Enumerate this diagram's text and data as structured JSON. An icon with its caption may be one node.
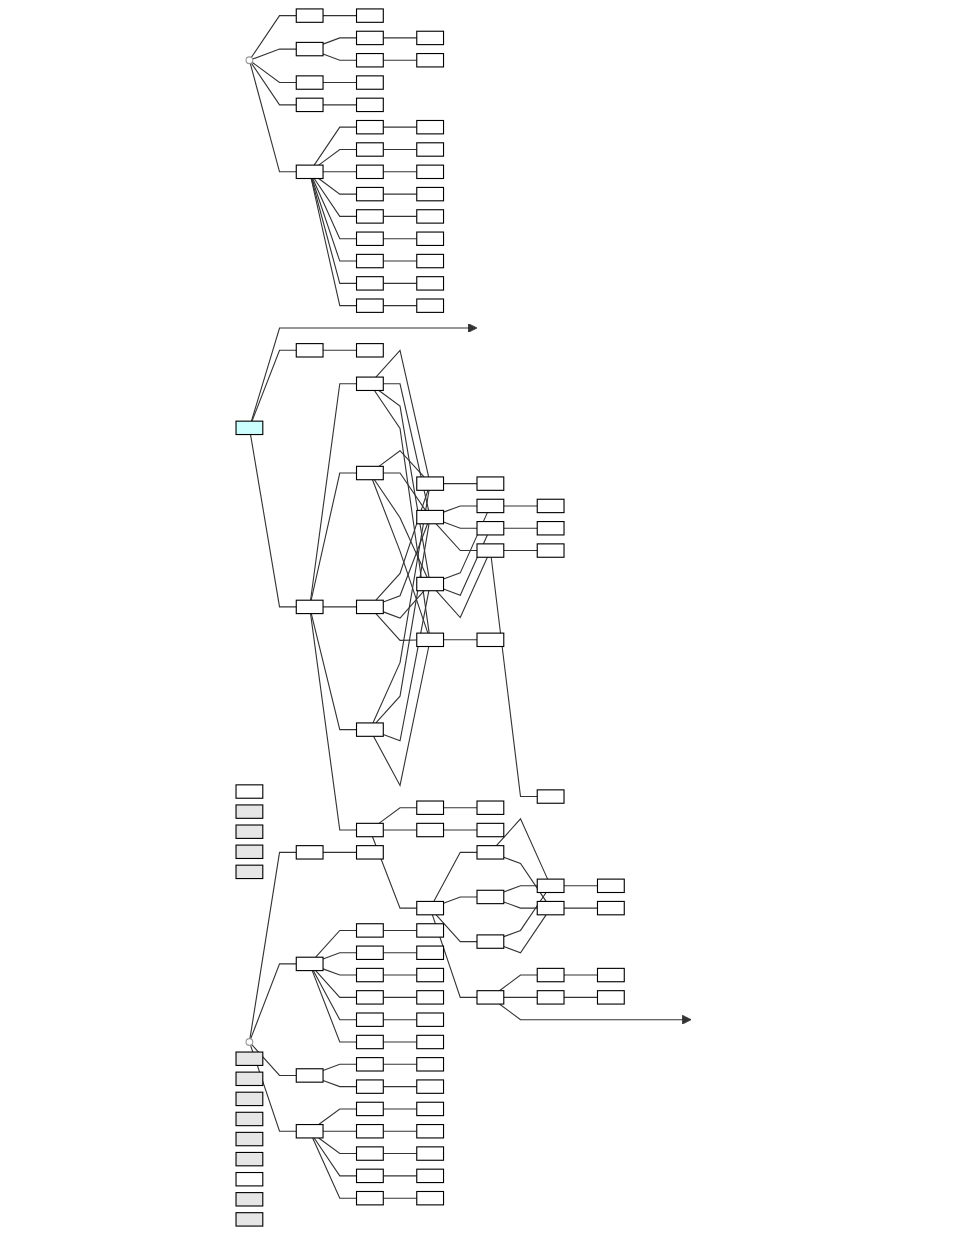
{
  "diagram": {
    "nodes": [
      {
        "text": [],
        "shape": "box"
      },
      {
        "text": [],
        "shape": "box"
      },
      {
        "text": [],
        "shape": "box"
      },
      {
        "text": [],
        "shape": "circle"
      },
      {
        "text": [],
        "shape": "box"
      },
      {
        "text": [],
        "shape": "box"
      },
      {
        "text": [],
        "shape": "box"
      },
      {
        "text": [],
        "shape": "box"
      },
      {
        "text": [],
        "shape": "box"
      },
      {
        "text": [],
        "shape": "box"
      },
      {
        "text": [],
        "shape": "box"
      },
      {
        "text": [],
        "shape": "box"
      },
      {
        "text": [],
        "shape": "box"
      },
      {
        "text": [],
        "shape": "box"
      },
      {
        "text": [],
        "shape": "box"
      },
      {
        "text": [],
        "shape": "box"
      },
      {
        "text": [],
        "shape": "box"
      },
      {
        "text": [],
        "shape": "box"
      },
      {
        "text": [],
        "shape": "box"
      },
      {
        "text": [],
        "shape": "box"
      },
      {
        "text": [],
        "shape": "box"
      },
      {
        "text": [],
        "shape": "box"
      },
      {
        "text": [],
        "shape": "box"
      },
      {
        "text": [],
        "shape": "box"
      },
      {
        "text": [],
        "shape": "box"
      },
      {
        "text": [],
        "shape": "box"
      },
      {
        "text": [],
        "shape": "box"
      },
      {
        "text": [],
        "shape": "box"
      },
      {
        "text": [],
        "shape": "box"
      },
      {
        "text": [],
        "shape": "box"
      },
      {
        "text": [],
        "shape": "box"
      },
      {
        "text": [],
        "shape": "box"
      },
      {
        "text": [],
        "shape": "box"
      },
      {
        "text": [],
        "shape": "box"
      },
      {
        "text": [],
        "shape": "box"
      },
      {
        "text": [],
        "shape": "box"
      },
      {
        "text": [],
        "shape": "box"
      },
      {
        "text": [],
        "shape": "box"
      },
      {
        "text": [],
        "shape": "box"
      },
      {
        "text": [],
        "shape": "circle"
      },
      {
        "text": [],
        "shape": "box"
      },
      {
        "text": [],
        "shape": "box"
      },
      {
        "text": [],
        "shape": "box"
      },
      {
        "text": [],
        "shape": "box"
      },
      {
        "text": [],
        "shape": "box"
      },
      {
        "text": [],
        "shape": "box"
      },
      {
        "text": [],
        "shape": "box"
      },
      {
        "text": [],
        "shape": "box"
      },
      {
        "text": [],
        "shape": "box"
      },
      {
        "text": [],
        "shape": "box"
      },
      {
        "text": [],
        "shape": "box"
      },
      {
        "text": [],
        "shape": "box"
      },
      {
        "text": [],
        "shape": "box"
      },
      {
        "text": [],
        "shape": "box"
      },
      {
        "text": [],
        "shape": "box"
      },
      {
        "text": [],
        "shape": "box"
      },
      {
        "text": [],
        "shape": "box"
      },
      {
        "text": [],
        "shape": "box"
      },
      {
        "text": [],
        "shape": "box"
      },
      {
        "text": [],
        "shape": "box"
      },
      {
        "text": [],
        "shape": "box"
      },
      {
        "text": [],
        "shape": "box"
      },
      {
        "text": [],
        "shape": "box"
      },
      {
        "text": [],
        "shape": "box"
      },
      {
        "text": [],
        "shape": "box"
      },
      {
        "text": [],
        "shape": "box"
      },
      {
        "text": [],
        "shape": "box"
      },
      {
        "text": [],
        "shape": "box"
      },
      {
        "text": [],
        "shape": "box"
      },
      {
        "text": [],
        "shape": "box"
      },
      {
        "text": [],
        "shape": "box"
      },
      {
        "text": [],
        "shape": "box"
      },
      {
        "text": [],
        "shape": "box"
      },
      {
        "text": [],
        "shape": "box"
      },
      {
        "text": [],
        "shape": "box"
      },
      {
        "text": [],
        "shape": "box"
      },
      {
        "text": [],
        "shape": "box"
      },
      {
        "text": [],
        "shape": "box"
      },
      {
        "text": [],
        "shape": "box"
      },
      {
        "text": [],
        "shape": "box"
      },
      {
        "text": [],
        "shape": "box"
      },
      {
        "text": [],
        "shape": "box"
      },
      {
        "text": [],
        "shape": "box"
      },
      {
        "text": [],
        "shape": "box"
      },
      {
        "text": [],
        "shape": "box"
      },
      {
        "text": [],
        "shape": "box"
      },
      {
        "text": [],
        "shape": "box"
      },
      {
        "text": [],
        "shape": "box"
      },
      {
        "text": [],
        "shape": "box"
      },
      {
        "text": [],
        "shape": "box"
      },
      {
        "text": [],
        "shape": "box"
      },
      {
        "text": [],
        "shape": "box"
      },
      {
        "text": [],
        "shape": "box"
      },
      {
        "text": [],
        "shape": "box"
      },
      {
        "text": [],
        "shape": "box"
      },
      {
        "text": [],
        "shape": "box"
      },
      {
        "text": [],
        "shape": "box"
      },
      {
        "text": [],
        "shape": "box"
      },
      {
        "text": [],
        "shape": "box"
      },
      {
        "text": [],
        "shape": "box"
      },
      {
        "text": [],
        "shape": "box"
      },
      {
        "text": [],
        "shape": "box"
      },
      {
        "text": [],
        "shape": "box"
      },
      {
        "text": [],
        "shape": "box"
      },
      {
        "text": [],
        "shape": "box"
      },
      {
        "text": [],
        "shape": "box"
      },
      {
        "text": [],
        "shape": "box"
      },
      {
        "text": [],
        "shape": "box"
      },
      {
        "text": [],
        "shape": "box"
      },
      {
        "text": [],
        "shape": "box"
      },
      {
        "text": [],
        "shape": "box"
      },
      {
        "text": [],
        "shape": "box"
      },
      {
        "text": [],
        "shape": "box"
      },
      {
        "text": [],
        "shape": "box"
      },
      {
        "text": [],
        "shape": "box"
      },
      {
        "text": [],
        "shape": "box"
      }
    ],
    "edges": [
      {
        "from": 0,
        "to": null,
        "arrow": "to"
      },
      {
        "from": 0,
        "to": 1,
        "arrow": "none"
      },
      {
        "from": 1,
        "to": 2,
        "arrow": "none"
      },
      {
        "from": 3,
        "to": 4,
        "arrow": "none"
      },
      {
        "from": 3,
        "to": 6,
        "arrow": "none"
      },
      {
        "from": 3,
        "to": 11,
        "arrow": "none"
      },
      {
        "from": 3,
        "to": 13,
        "arrow": "none"
      },
      {
        "from": 3,
        "to": 15,
        "arrow": "none"
      },
      {
        "from": 4,
        "to": 5,
        "arrow": "none"
      },
      {
        "from": 6,
        "to": 7,
        "arrow": "none"
      },
      {
        "from": 6,
        "to": 9,
        "arrow": "none"
      },
      {
        "from": 7,
        "to": 8,
        "arrow": "none"
      },
      {
        "from": 9,
        "to": 10,
        "arrow": "none"
      },
      {
        "from": 11,
        "to": 12,
        "arrow": "none"
      },
      {
        "from": 13,
        "to": 14,
        "arrow": "none"
      },
      {
        "from": 15,
        "to": 17,
        "arrow": "none"
      },
      {
        "from": 15,
        "to": 19,
        "arrow": "none"
      },
      {
        "from": 15,
        "to": 22,
        "arrow": "none"
      },
      {
        "from": 15,
        "to": 25,
        "arrow": "none"
      },
      {
        "from": 15,
        "to": 28,
        "arrow": "none"
      },
      {
        "from": 15,
        "to": 30,
        "arrow": "none"
      },
      {
        "from": 15,
        "to": 33,
        "arrow": "none"
      },
      {
        "from": 15,
        "to": 35,
        "arrow": "none"
      },
      {
        "from": 15,
        "to": 37,
        "arrow": "none"
      },
      {
        "from": 17,
        "to": 18,
        "arrow": "none"
      },
      {
        "from": 19,
        "to": 20,
        "arrow": "none"
      },
      {
        "from": 22,
        "to": 23,
        "arrow": "none"
      },
      {
        "from": 25,
        "to": 26,
        "arrow": "none"
      },
      {
        "from": 28,
        "to": 29,
        "arrow": "none"
      },
      {
        "from": 30,
        "to": 31,
        "arrow": "none"
      },
      {
        "from": 33,
        "to": 34,
        "arrow": "none"
      },
      {
        "from": 35,
        "to": 36,
        "arrow": "none"
      },
      {
        "from": 37,
        "to": 38,
        "arrow": "none"
      },
      {
        "from": 39,
        "to": 40,
        "arrow": "none"
      },
      {
        "from": 39,
        "to": 42,
        "arrow": "none"
      },
      {
        "from": 39,
        "to": 55,
        "arrow": "none"
      },
      {
        "from": 39,
        "to": 60,
        "arrow": "none"
      },
      {
        "from": 40,
        "to": 41,
        "arrow": "none"
      },
      {
        "from": 42,
        "to": 43,
        "arrow": "none"
      },
      {
        "from": 42,
        "to": 45,
        "arrow": "none"
      },
      {
        "from": 42,
        "to": 47,
        "arrow": "none"
      },
      {
        "from": 42,
        "to": 49,
        "arrow": "none"
      },
      {
        "from": 42,
        "to": 51,
        "arrow": "none"
      },
      {
        "from": 42,
        "to": 53,
        "arrow": "none"
      },
      {
        "from": 43,
        "to": 44,
        "arrow": "none"
      },
      {
        "from": 45,
        "to": 46,
        "arrow": "none"
      },
      {
        "from": 47,
        "to": 48,
        "arrow": "none"
      },
      {
        "from": 49,
        "to": 50,
        "arrow": "none"
      },
      {
        "from": 51,
        "to": 52,
        "arrow": "none"
      },
      {
        "from": 53,
        "to": 54,
        "arrow": "none"
      },
      {
        "from": 55,
        "to": 56,
        "arrow": "none"
      },
      {
        "from": 55,
        "to": 58,
        "arrow": "none"
      },
      {
        "from": 56,
        "to": 57,
        "arrow": "none"
      },
      {
        "from": 58,
        "to": 59,
        "arrow": "none"
      },
      {
        "from": 60,
        "to": 61,
        "arrow": "none"
      },
      {
        "from": 60,
        "to": 64,
        "arrow": "none"
      },
      {
        "from": 60,
        "to": 67,
        "arrow": "none"
      },
      {
        "from": 60,
        "to": 70,
        "arrow": "none"
      },
      {
        "from": 60,
        "to": 73,
        "arrow": "none"
      },
      {
        "from": 61,
        "to": 62,
        "arrow": "none"
      },
      {
        "from": 64,
        "to": 65,
        "arrow": "none"
      },
      {
        "from": 67,
        "to": 68,
        "arrow": "none"
      },
      {
        "from": 70,
        "to": 71,
        "arrow": "none"
      },
      {
        "from": 73,
        "to": 74,
        "arrow": "none"
      },
      {
        "from": 0,
        "to": 75,
        "arrow": "none"
      },
      {
        "from": 75,
        "to": 76,
        "arrow": "none"
      },
      {
        "from": 75,
        "to": 77,
        "arrow": "none"
      },
      {
        "from": 75,
        "to": 78,
        "arrow": "none"
      },
      {
        "from": 75,
        "to": 79,
        "arrow": "none"
      },
      {
        "from": 76,
        "to": 80,
        "arrow": "none"
      },
      {
        "from": 76,
        "to": 82,
        "arrow": "none"
      },
      {
        "from": 76,
        "to": 92,
        "arrow": "none"
      },
      {
        "from": 76,
        "to": 93,
        "arrow": "none"
      },
      {
        "from": 77,
        "to": 80,
        "arrow": "none"
      },
      {
        "from": 77,
        "to": 82,
        "arrow": "none"
      },
      {
        "from": 77,
        "to": 92,
        "arrow": "none"
      },
      {
        "from": 77,
        "to": 93,
        "arrow": "none"
      },
      {
        "from": 78,
        "to": 80,
        "arrow": "none"
      },
      {
        "from": 78,
        "to": 82,
        "arrow": "none"
      },
      {
        "from": 78,
        "to": 92,
        "arrow": "none"
      },
      {
        "from": 78,
        "to": 93,
        "arrow": "none"
      },
      {
        "from": 79,
        "to": 80,
        "arrow": "none"
      },
      {
        "from": 79,
        "to": 82,
        "arrow": "none"
      },
      {
        "from": 79,
        "to": 92,
        "arrow": "none"
      },
      {
        "from": 79,
        "to": 93,
        "arrow": "none"
      },
      {
        "from": 80,
        "to": 81,
        "arrow": "none"
      },
      {
        "from": 82,
        "to": 83,
        "arrow": "none"
      },
      {
        "from": 82,
        "to": 85,
        "arrow": "none"
      },
      {
        "from": 82,
        "to": 87,
        "arrow": "none"
      },
      {
        "from": 92,
        "to": 83,
        "arrow": "none"
      },
      {
        "from": 92,
        "to": 85,
        "arrow": "none"
      },
      {
        "from": 92,
        "to": 87,
        "arrow": "none"
      },
      {
        "from": 83,
        "to": 84,
        "arrow": "none"
      },
      {
        "from": 85,
        "to": 86,
        "arrow": "none"
      },
      {
        "from": 87,
        "to": 88,
        "arrow": "none"
      },
      {
        "from": 87,
        "to": 90,
        "arrow": "none"
      },
      {
        "from": 93,
        "to": 94,
        "arrow": "none"
      },
      {
        "from": 75,
        "to": 95,
        "arrow": "none"
      },
      {
        "from": 95,
        "to": 96,
        "arrow": "none"
      },
      {
        "from": 95,
        "to": 98,
        "arrow": "none"
      },
      {
        "from": 96,
        "to": 97,
        "arrow": "none"
      },
      {
        "from": 98,
        "to": 99,
        "arrow": "none"
      },
      {
        "from": 95,
        "to": 101,
        "arrow": "none"
      },
      {
        "from": 101,
        "to": 102,
        "arrow": "none"
      },
      {
        "from": 101,
        "to": 103,
        "arrow": "none"
      },
      {
        "from": 101,
        "to": 104,
        "arrow": "none"
      },
      {
        "from": 102,
        "to": 105,
        "arrow": "none"
      },
      {
        "from": 102,
        "to": 108,
        "arrow": "none"
      },
      {
        "from": 103,
        "to": 105,
        "arrow": "none"
      },
      {
        "from": 103,
        "to": 108,
        "arrow": "none"
      },
      {
        "from": 104,
        "to": 105,
        "arrow": "none"
      },
      {
        "from": 104,
        "to": 108,
        "arrow": "none"
      },
      {
        "from": 105,
        "to": 106,
        "arrow": "none"
      },
      {
        "from": 108,
        "to": 109,
        "arrow": "none"
      },
      {
        "from": 101,
        "to": 111,
        "arrow": "none"
      },
      {
        "from": 111,
        "to": 112,
        "arrow": "none"
      },
      {
        "from": 111,
        "to": 114,
        "arrow": "none"
      },
      {
        "from": 112,
        "to": 113,
        "arrow": "none"
      },
      {
        "from": 114,
        "to": 115,
        "arrow": "none"
      },
      {
        "from": 111,
        "to": null,
        "arrow": "to"
      }
    ]
  }
}
